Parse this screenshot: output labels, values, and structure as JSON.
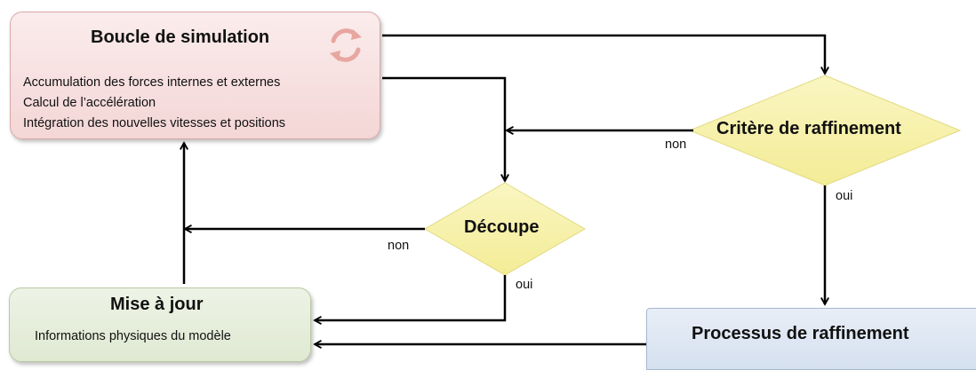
{
  "nodes": {
    "simulation_loop": {
      "title": "Boucle de simulation",
      "steps": [
        "Accumulation des forces internes et externes",
        "Calcul de l’accélération",
        "Intégration des nouvelles vitesses et positions"
      ]
    },
    "refinement_criterion": {
      "label": "Critère de raffinement"
    },
    "cut": {
      "label": "Découpe"
    },
    "update": {
      "title": "Mise à jour",
      "subtitle": "Informations physiques du modèle"
    },
    "refinement_process": {
      "title": "Processus de raffinement"
    }
  },
  "edges": {
    "criterion_no": "non",
    "criterion_yes": "oui",
    "cut_no": "non",
    "cut_yes": "oui"
  },
  "icons": {
    "loop_icon": "refresh-icon"
  },
  "colors": {
    "simulation_fill": "#f4d6d6",
    "update_fill": "#dfe9d2",
    "refinement_fill": "#d5e0ef",
    "diamond_fill": "#f7f2a8",
    "icon_color": "#e8a6a0"
  }
}
